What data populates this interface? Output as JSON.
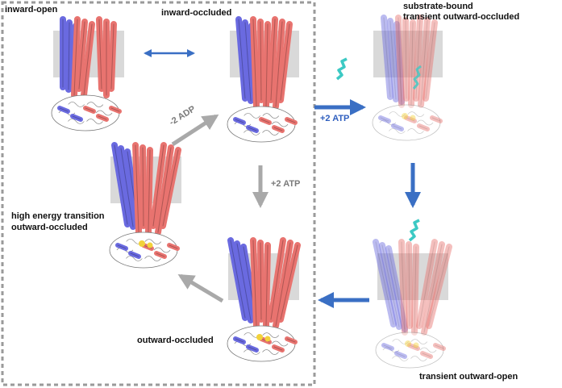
{
  "states": {
    "inward_open": "inward-open",
    "inward_occluded": "inward-occluded",
    "substrate_bound_line1": "substrate-bound",
    "substrate_bound_line2": "transient outward-occluded",
    "high_energy_line1": "high energy transition",
    "high_energy_line2": "outward-occluded",
    "outward_occluded": "outward-occluded",
    "transient_outward_open": "transient outward-open"
  },
  "arrows": {
    "minus_adp": "-2 ADP",
    "plus_atp_grey": "+2 ATP",
    "plus_atp_blue": "+2 ATP"
  },
  "colors": {
    "tm_red": "#e8736f",
    "tm_blue": "#6a6ae0",
    "membrane": "#d9d9d9",
    "arrow_blue": "#3a6fc4",
    "arrow_grey": "#a9a9a9",
    "substrate": "#3cc9c4",
    "atp": "#f2d23a",
    "dashed_box": "#9a9a9a"
  }
}
